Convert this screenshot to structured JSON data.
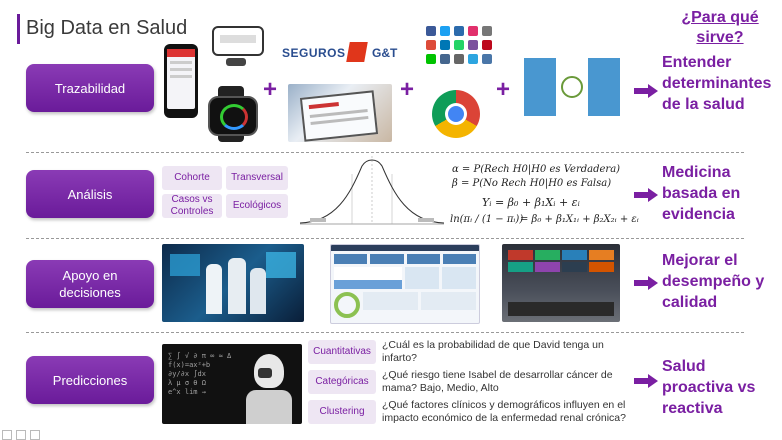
{
  "header": {
    "title": "Big Data en Salud"
  },
  "why": {
    "line1": "¿Para qué",
    "line2": "sirve?"
  },
  "rows": [
    {
      "label_lines": [
        "Trazabilidad"
      ],
      "result_lines": [
        "Entender",
        "determinantes",
        "de la salud"
      ]
    },
    {
      "label_lines": [
        "Análisis"
      ],
      "result_lines": [
        "Medicina",
        "basada en",
        "evidencia"
      ]
    },
    {
      "label_lines": [
        "Apoyo en",
        "decisiones"
      ],
      "result_lines": [
        "Mejorar el",
        "desempeño y",
        "calidad"
      ]
    },
    {
      "label_lines": [
        "Predicciones"
      ],
      "result_lines": [
        "Salud",
        "proactiva vs",
        "reactiva"
      ]
    }
  ],
  "trazabilidad": {
    "insurer_text": "SEGUROS",
    "insurer_brand": "G&T",
    "plus": "+"
  },
  "analisis": {
    "chips": [
      "Cohorte",
      "Transversal",
      "Casos vs Controles",
      "Ecológicos"
    ],
    "alpha": "α = P(Rech H0|H0 es Verdadera)",
    "beta": "β = P(No Rech H0|H0 es Falsa)",
    "reg1": "Yᵢ = β₀ + β₁Xᵢ + εᵢ",
    "reg2_left": "ln(πᵢ / (1 − πᵢ))",
    "reg2_right": "= β₀ + β₁X₁ᵢ + β₂X₂ᵢ + εᵢ"
  },
  "predicciones": {
    "chips": [
      "Cuantitativas",
      "Categóricas",
      "Clustering"
    ],
    "questions": [
      "¿Cuál es la probabilidad de que David tenga un infarto?",
      "¿Qué riesgo tiene Isabel de desarrollar cáncer de mama? Bajo, Medio, Alto",
      "¿Qué factores clínicos y demográficos influyen en el impacto económico de la enfermedad renal crónica?"
    ]
  },
  "colors": {
    "accent": "#7a1fa2",
    "pill": "#7b2ba8",
    "chip_bg": "#eee6f3"
  }
}
